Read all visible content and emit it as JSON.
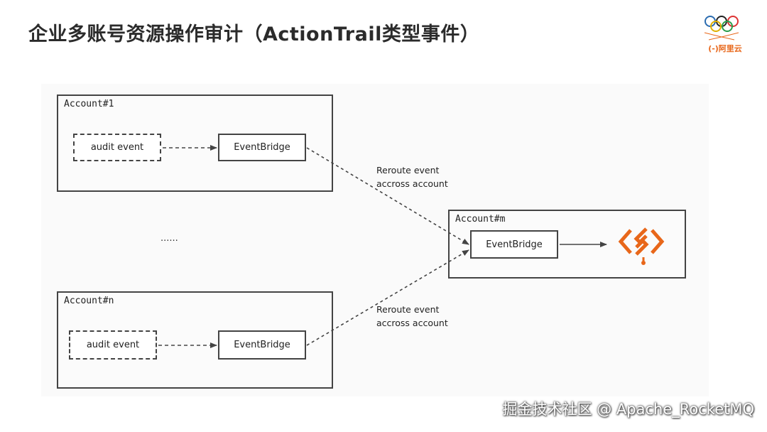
{
  "title": "企业多账号资源操作审计（ActionTrail类型事件）",
  "logo": {
    "brand": "(-)阿里云",
    "icon": "olympic-rings-icon"
  },
  "diagram": {
    "account1": {
      "label": "Account#1",
      "source": "audit event",
      "bus": "EventBridge"
    },
    "ellipsis": "......",
    "accountN": {
      "label": "Account#n",
      "source": "audit event",
      "bus": "EventBridge"
    },
    "accountM": {
      "label": "Account#m",
      "bus": "EventBridge",
      "target_icon": "actiontrail-icon"
    },
    "edge_label_top": [
      "Reroute event",
      "accross account"
    ],
    "edge_label_bottom": [
      "Reroute event",
      "accross account"
    ]
  },
  "watermark": "掘金技术社区 @ Apache_RocketMQ",
  "colors": {
    "accent": "#e8671a",
    "line": "#444444"
  }
}
